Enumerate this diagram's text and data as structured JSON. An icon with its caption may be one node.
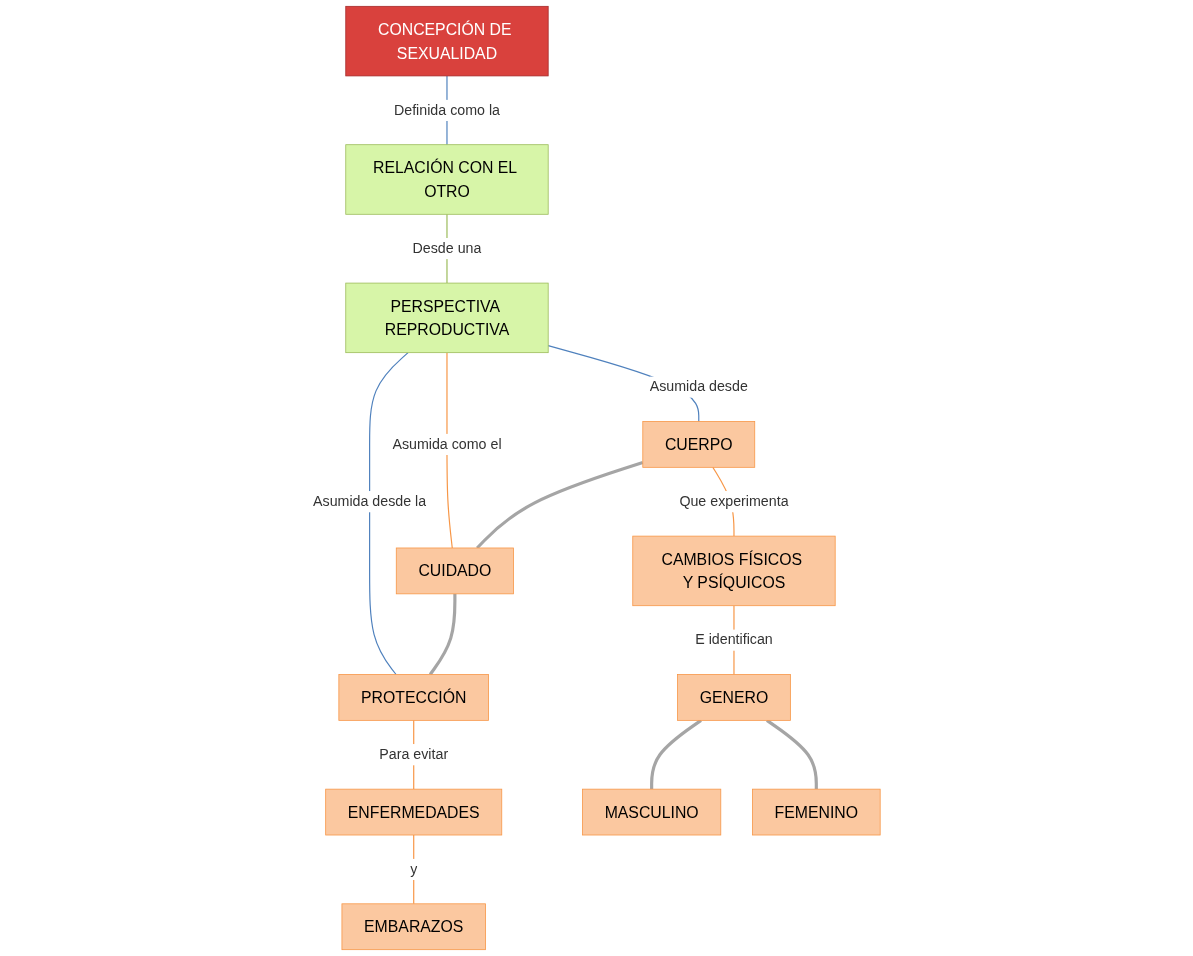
{
  "diagram": {
    "nodes": [
      {
        "text": [
          "CONCEPCIÓN DE SEXUALIDAD"
        ]
      },
      {
        "text": [
          "RELACIÓN CON EL OTRO"
        ]
      },
      {
        "text": [
          "PERSPECTIVA REPRODUCTIVA"
        ]
      },
      {
        "text": [
          "CUERPO"
        ]
      },
      {
        "text": [
          "CUIDADO"
        ]
      },
      {
        "text": [
          "PROTECCIÓN"
        ]
      },
      {
        "text": [
          "CAMBIOS FÍSICOS Y PSÍQUICOS"
        ]
      },
      {
        "text": [
          "ENFERMEDADES"
        ]
      },
      {
        "text": [
          "GENERO"
        ]
      },
      {
        "text": [
          "EMBARAZOS"
        ]
      },
      {
        "text": [
          "MASCULINO"
        ]
      },
      {
        "text": [
          "FEMENINO"
        ]
      }
    ],
    "edges": [
      {
        "from": 0,
        "to": 1,
        "arrow": "none",
        "label": "Definida como la",
        "color": "#4f81bd"
      },
      {
        "from": 1,
        "to": 2,
        "arrow": "none",
        "label": "Desde una",
        "color": "#9bbb59"
      },
      {
        "from": 2,
        "to": 3,
        "arrow": "none",
        "label": "Asumida desde",
        "color": "#4f81bd"
      },
      {
        "from": 2,
        "to": 4,
        "arrow": "none",
        "label": "Asumida como el"
      },
      {
        "from": 2,
        "to": 5,
        "arrow": "none",
        "label": "Asumida  desde la",
        "color": "#4f81bd"
      },
      {
        "from": 3,
        "to": 4,
        "arrow": "none",
        "style": "thick",
        "color": "#a5a5a5"
      },
      {
        "from": 4,
        "to": 5,
        "arrow": "none",
        "style": "thick",
        "color": "#a5a5a5"
      },
      {
        "from": 3,
        "to": 6,
        "arrow": "none",
        "label": "Que experimenta"
      },
      {
        "from": 5,
        "to": 7,
        "arrow": "none",
        "label": "Para evitar"
      },
      {
        "from": 6,
        "to": 8,
        "arrow": "none",
        "label": "E identifican"
      },
      {
        "from": 7,
        "to": 9,
        "arrow": "none",
        "label": "y"
      },
      {
        "from": 8,
        "to": 10,
        "arrow": "none",
        "style": "thick",
        "color": "#a5a5a5"
      },
      {
        "from": 8,
        "to": 11,
        "arrow": "none",
        "style": "thick",
        "color": "#a5a5a5"
      }
    ]
  }
}
